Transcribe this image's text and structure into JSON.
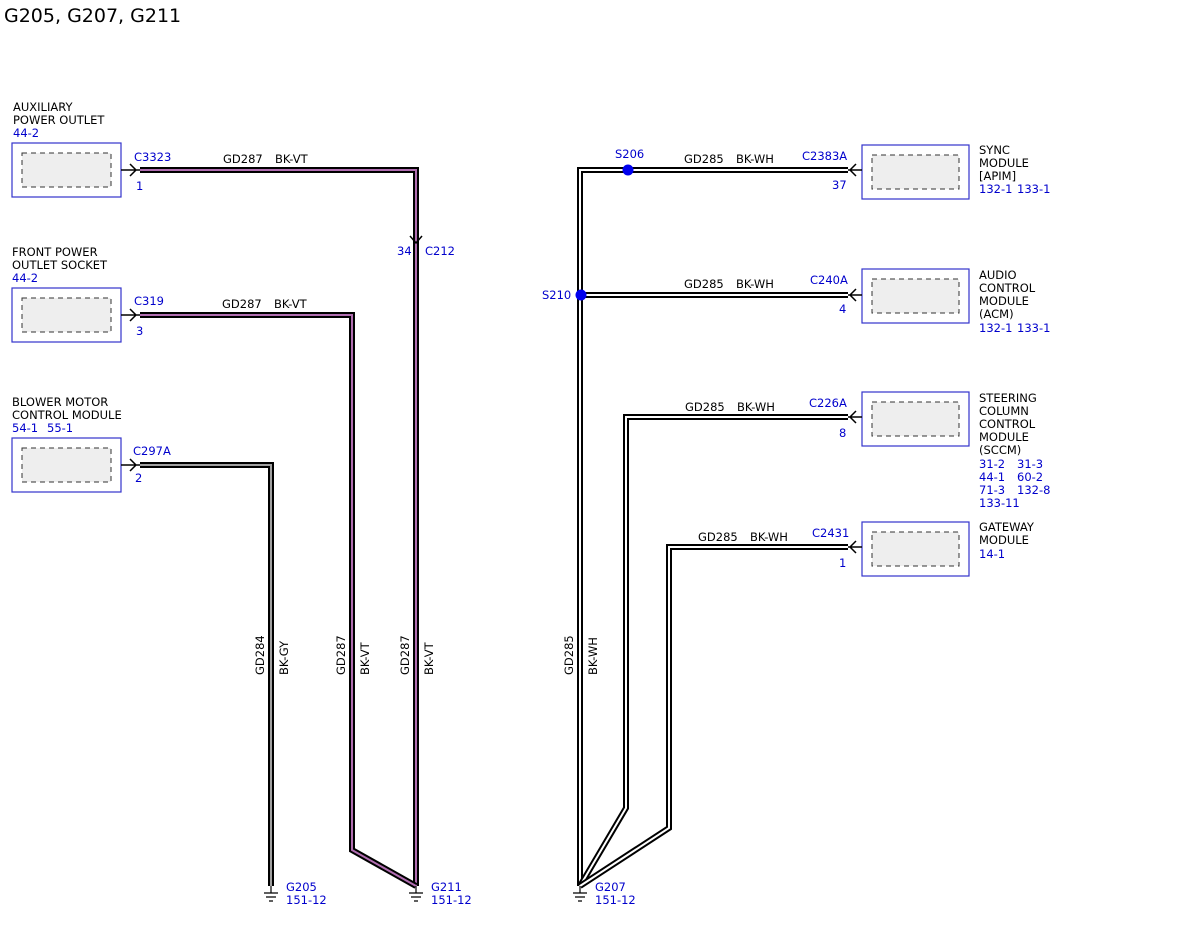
{
  "title": "G205, G207, G211",
  "components": {
    "aux_power_outlet": {
      "name_lines": [
        "AUXILIARY",
        "POWER OUTLET"
      ],
      "refs": [
        "44-2"
      ],
      "connector": "C3323",
      "pin": "1"
    },
    "front_power_outlet": {
      "name_lines": [
        "FRONT POWER",
        "OUTLET SOCKET"
      ],
      "refs": [
        "44-2"
      ],
      "connector": "C319",
      "pin": "3"
    },
    "blower_motor": {
      "name_lines": [
        "BLOWER MOTOR",
        "CONTROL MODULE"
      ],
      "refs": [
        "54-1",
        "55-1"
      ],
      "connector": "C297A",
      "pin": "2"
    },
    "sync_module": {
      "name_lines": [
        "SYNC",
        "MODULE",
        "[APIM]"
      ],
      "refs": [
        "132-1",
        "133-1"
      ],
      "connector": "C2383A",
      "pin": "37"
    },
    "acm": {
      "name_lines": [
        "AUDIO",
        "CONTROL",
        "MODULE",
        "(ACM)"
      ],
      "refs": [
        "132-1",
        "133-1"
      ],
      "connector": "C240A",
      "pin": "4"
    },
    "sccm": {
      "name_lines": [
        "STEERING",
        "COLUMN",
        "CONTROL",
        "MODULE",
        "(SCCM)"
      ],
      "refs": [
        "31-2",
        "31-3",
        "44-1",
        "60-2",
        "71-3",
        "132-8",
        "133-11"
      ],
      "connector": "C226A",
      "pin": "8"
    },
    "gateway": {
      "name_lines": [
        "GATEWAY",
        "MODULE"
      ],
      "refs": [
        "14-1"
      ],
      "connector": "C2431",
      "pin": "1"
    }
  },
  "inline_connector": {
    "name": "C212",
    "pin": "34"
  },
  "splices": {
    "s206": "S206",
    "s210": "S210"
  },
  "grounds": {
    "g205": {
      "name": "G205",
      "ref": "151-12"
    },
    "g211": {
      "name": "G211",
      "ref": "151-12"
    },
    "g207": {
      "name": "G207",
      "ref": "151-12"
    }
  },
  "wires": {
    "gd287_aux": {
      "circuit": "GD287",
      "color": "BK-VT"
    },
    "gd287_front": {
      "circuit": "GD287",
      "color": "BK-VT"
    },
    "gd284_vert": {
      "circuit": "GD284",
      "color": "BK-GY"
    },
    "gd287_vert_a": {
      "circuit": "GD287",
      "color": "BK-VT"
    },
    "gd287_vert_b": {
      "circuit": "GD287",
      "color": "BK-VT"
    },
    "gd285_sync": {
      "circuit": "GD285",
      "color": "BK-WH"
    },
    "gd285_acm": {
      "circuit": "GD285",
      "color": "BK-WH"
    },
    "gd285_sccm": {
      "circuit": "GD285",
      "color": "BK-WH"
    },
    "gd285_gateway": {
      "circuit": "GD285",
      "color": "BK-WH"
    },
    "gd285_vert": {
      "circuit": "GD285",
      "color": "BK-WH"
    }
  },
  "colors": {
    "text_blue": "#0000cc",
    "box_border": "#3333cc",
    "wire_violet_stripe": "#b06db0",
    "splice_dot": "#0000ee"
  }
}
